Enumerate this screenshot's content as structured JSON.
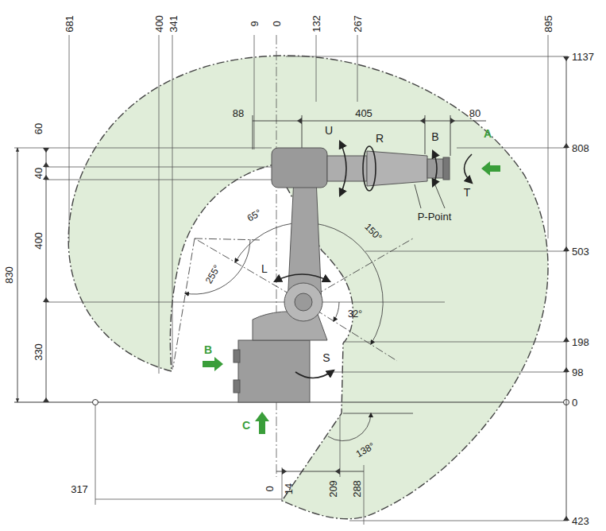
{
  "diagram": {
    "labels": [
      "681",
      "400",
      "341",
      "9",
      "0",
      "132",
      "267",
      "895",
      "1137",
      "808",
      "503",
      "198",
      "98",
      "0",
      "423",
      "88",
      "405",
      "80",
      "60",
      "40",
      "400",
      "830",
      "330",
      "0",
      "14",
      "209",
      "288",
      "317",
      "65°",
      "150°",
      "255°",
      "32°",
      "138°",
      "U",
      "R",
      "B",
      "A",
      "T",
      "P-Point",
      "L",
      "S",
      "B",
      "C"
    ]
  }
}
